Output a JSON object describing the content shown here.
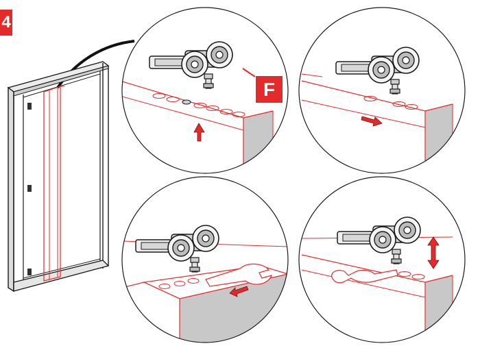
{
  "step": {
    "number": "4",
    "badge_color": "#e42b2b"
  },
  "callout": {
    "letter": "F"
  },
  "colors": {
    "accent": "#e42b2b",
    "line": "#1a1a1a",
    "panel_shade": "#c8c8c8",
    "metal": "#b9b9b9"
  },
  "icons": {
    "arrow_up": "arrow-up-icon",
    "arrow_right": "arrow-right-icon",
    "arrow_left": "arrow-left-icon",
    "arrow_vertical": "arrow-up-down-icon"
  },
  "panels": [
    {
      "id": "top-left",
      "action": "insert-up"
    },
    {
      "id": "top-right",
      "action": "slide-right"
    },
    {
      "id": "bottom-left",
      "action": "tighten-with-wrench"
    },
    {
      "id": "bottom-right",
      "action": "adjust-height"
    }
  ]
}
